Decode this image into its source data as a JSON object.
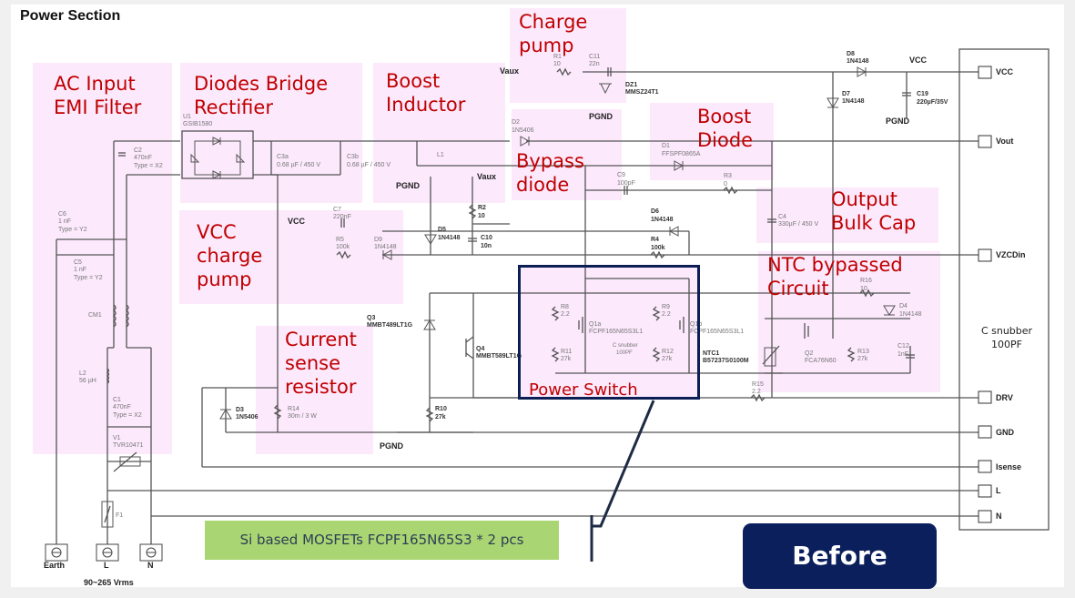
{
  "title": "Power Section",
  "regions": [
    {
      "id": "ac-input",
      "label": "AC Input\nEMI Filter"
    },
    {
      "id": "diode-bridge",
      "label": "Diodes Bridge\nRectifier"
    },
    {
      "id": "boost-inductor",
      "label": "Boost\nInductor"
    },
    {
      "id": "charge-pump",
      "label": "Charge\npump"
    },
    {
      "id": "bypass-diode",
      "label": "Bypass\ndiode"
    },
    {
      "id": "boost-diode",
      "label": "Boost\nDiode"
    },
    {
      "id": "vcc-charge-pump",
      "label": "VCC\ncharge\npump"
    },
    {
      "id": "output-bulk-cap",
      "label": "Output\nBulk Cap"
    },
    {
      "id": "ntc-bypass",
      "label": "NTC bypassed\nCircuit"
    },
    {
      "id": "current-sense",
      "label": "Current\nsense\nresistor"
    }
  ],
  "power_switch_label": "Power Switch",
  "components": {
    "u1": "U1",
    "u1_part": "GSIB1580",
    "c2": "C2",
    "c2_val": "470nF",
    "c2_type": "Type = X2",
    "c3a": "C3a",
    "c3a_val": "0.68 µF / 450 V",
    "c3b": "C3b",
    "c3b_val": "0.68 µF / 450 V",
    "c6": "C6",
    "c6_val": "1 nF",
    "c6_type": "Type = Y2",
    "c5": "C5",
    "c5_val": "1 nF",
    "c5_type": "Type = Y2",
    "cm1": "CM1",
    "l2": "L2",
    "l2_val": "56 µH",
    "c1": "C1",
    "c1_val": "470nF",
    "c1_type": "Type = X2",
    "v1": "V1",
    "v1_part": "TVR10471",
    "f1": "F1",
    "r1": "R1",
    "r1_val": "10",
    "c11": "C11",
    "c11_val": "22n",
    "dz1": "DZ1",
    "dz1_part": "MMSZ24T1",
    "d2": "D2",
    "d2_part": "1N5406",
    "l1": "L1",
    "d1": "D1",
    "d1_part": "FFSPF0865A",
    "c9": "C9",
    "c9_val": "100pF",
    "r3": "R3",
    "r3_val": "0",
    "d8": "D8",
    "d8_part": "1N4148",
    "d7": "D7",
    "d7_part": "1N4148",
    "c19": "C19",
    "c19_val": "220µF/35V",
    "c4": "C4",
    "c4_val": "330µF / 450 V",
    "c7": "C7",
    "c7_val": "220nF",
    "r5": "R5",
    "r5_val": "100k",
    "d9": "D9",
    "d9_part": "1N4148",
    "r2": "R2",
    "r2_val": "10",
    "d5": "D5",
    "d5_part": "1N4148",
    "c10": "C10",
    "c10_val": "10n",
    "d6": "D6",
    "d6_part": "1N4148",
    "r4": "R4",
    "r4_val": "100k",
    "q3": "Q3",
    "q3_part": "MMBT489LT1G",
    "q4": "Q4",
    "q4_part": "MMBT589LT1G",
    "r8": "R8",
    "r8_val": "2.2",
    "r9": "R9",
    "r9_val": "2.2",
    "r11": "R11",
    "r11_val": "27k",
    "r12": "R12",
    "r12_val": "27k",
    "q1a": "Q1a",
    "q1a_part": "FCPF165N65S3L1",
    "q1b": "Q1b",
    "q1b_part": "FCPF165N65S3L1",
    "csnub": "C snubber",
    "csnub_val": "100PF",
    "ntc1": "NTC1",
    "ntc1_part": "B57237S0100M",
    "r16": "R16",
    "r16_val": "10",
    "d4": "D4",
    "d4_part": "1N4148",
    "q2": "Q2",
    "q2_part": "FCA76N60",
    "r13": "R13",
    "r13_val": "27k",
    "c12": "C12",
    "c12_val": "1nF",
    "r15": "R15",
    "r15_val": "2.2",
    "d3": "D3",
    "d3_part": "1N5406",
    "r14": "R14",
    "r14_val": "30m / 3 W",
    "r10": "R10",
    "r10_val": "27k"
  },
  "nets": {
    "vaux": "Vaux",
    "pgnd": "PGND",
    "vcc": "VCC"
  },
  "connector_pins": [
    "VCC",
    "Vout",
    "VZCDin",
    "DRV",
    "GND",
    "Isense",
    "L",
    "N"
  ],
  "connector_note": {
    "line1": "C snubber",
    "line2": "100PF"
  },
  "terminals": [
    "Earth",
    "L",
    "N"
  ],
  "input_voltage": "90~265 Vrms",
  "note": "Si based MOSFETs FCPF165N65S3 * 2 pcs",
  "before_label": "Before"
}
